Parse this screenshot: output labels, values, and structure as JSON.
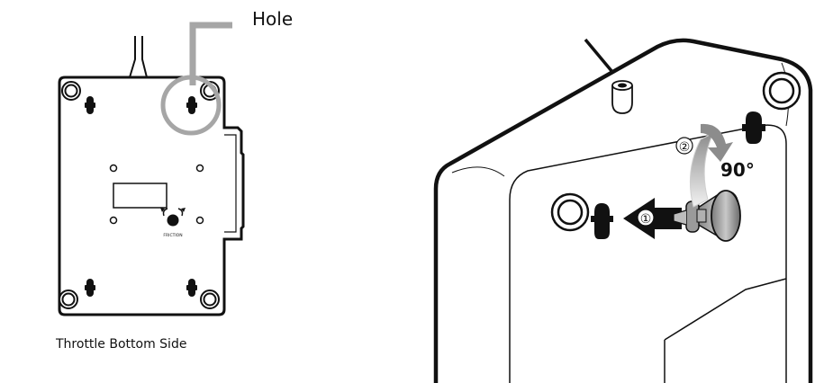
{
  "left_panel": {
    "callout_label": "Hole",
    "knob_label": "FRICTION",
    "caption": "Throttle Bottom Side"
  },
  "right_panel": {
    "step_1_marker": "①",
    "step_2_marker": "②",
    "rotation_label": "90°"
  },
  "colors": {
    "outline": "#111111",
    "callout_ring": "#a6a6a6",
    "rotation_arrow_light": "#e6e6e6",
    "rotation_arrow_dark": "#8c8c8c",
    "background": "#ffffff"
  },
  "icons": [
    "hole-callout-ring",
    "push-arrow-icon",
    "rotate-arrow-icon",
    "suction-cup-icon",
    "keyhole-slot-icon"
  ]
}
